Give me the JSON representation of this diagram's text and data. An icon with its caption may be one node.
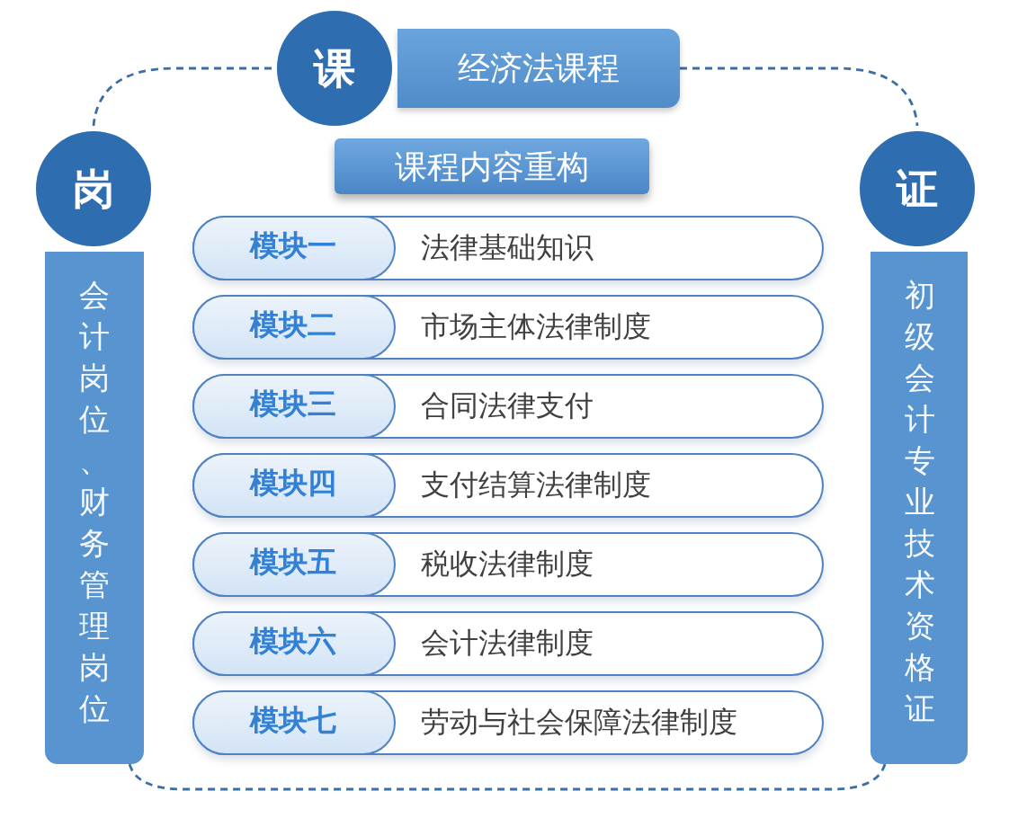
{
  "diagram": {
    "nodes": [
      {
        "text": [
          "课"
        ]
      },
      {
        "text": [
          "经济法课程"
        ]
      },
      {
        "text": [
          "岗"
        ]
      },
      {
        "text": [
          "会计岗位、财务管理岗位"
        ]
      },
      {
        "text": [
          "证"
        ]
      },
      {
        "text": [
          "初级会计专业技术资格证"
        ]
      },
      {
        "text": [
          "课程内容重构"
        ]
      },
      {
        "text": [
          "法律基础知识"
        ]
      },
      {
        "text": [
          "模块一"
        ],
        "in": 7
      },
      {
        "text": [
          "市场主体法律制度"
        ]
      },
      {
        "text": [
          "模块二"
        ],
        "in": 9
      },
      {
        "text": [
          "合同法律支付"
        ]
      },
      {
        "text": [
          "模块三"
        ],
        "in": 11
      },
      {
        "text": [
          "支付结算法律制度"
        ]
      },
      {
        "text": [
          "模块四"
        ],
        "in": 13
      },
      {
        "text": [
          "税收法律制度"
        ]
      },
      {
        "text": [
          "模块五"
        ],
        "in": 15
      },
      {
        "text": [
          "会计法律制度"
        ]
      },
      {
        "text": [
          "模块六"
        ],
        "in": 17
      },
      {
        "text": [
          "劳动与社会保障法律制度"
        ]
      },
      {
        "text": [
          "模块七"
        ],
        "in": 19
      }
    ],
    "edges": [
      {
        "from": 0,
        "to": 2,
        "arrow": "none",
        "style": "dashed"
      },
      {
        "from": 1,
        "to": 4,
        "arrow": "none",
        "style": "dashed"
      },
      {
        "from": 5,
        "to": 3,
        "arrow": "none",
        "style": "dashed"
      }
    ]
  }
}
